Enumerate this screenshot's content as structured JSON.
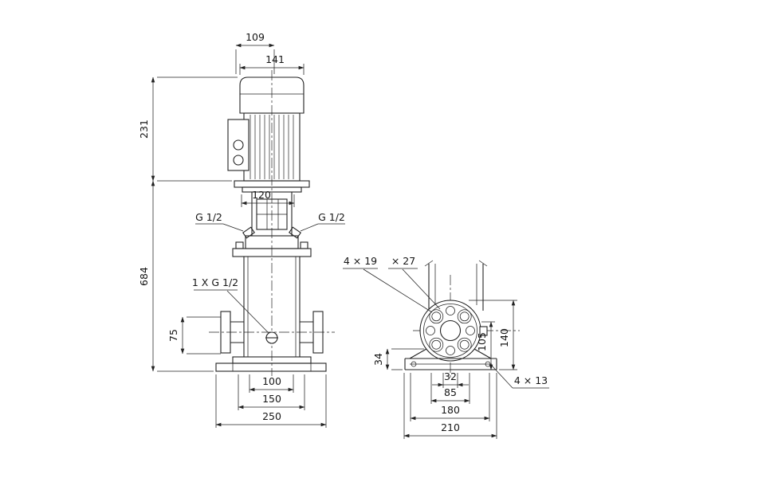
{
  "colors": {
    "ink": "#222222",
    "background": "#ffffff"
  },
  "front_view": {
    "dim_109": "109",
    "dim_141": "141",
    "dim_231": "231",
    "dim_120": "120",
    "port_left_label": "G 1/2",
    "port_right_label": "G 1/2",
    "dim_684": "684",
    "drain_label": "1 X G 1/2",
    "dim_75": "75",
    "dim_100": "100",
    "dim_150": "150",
    "dim_250": "250"
  },
  "side_view": {
    "flange_holes_label": "4 × 19",
    "counterbore_label": "× 27",
    "dim_34": "34",
    "dim_105": "105",
    "dim_140": "140",
    "dim_32": "32",
    "dim_85": "85",
    "dim_180": "180",
    "dim_210": "210",
    "base_holes_label": "4 × 13"
  }
}
